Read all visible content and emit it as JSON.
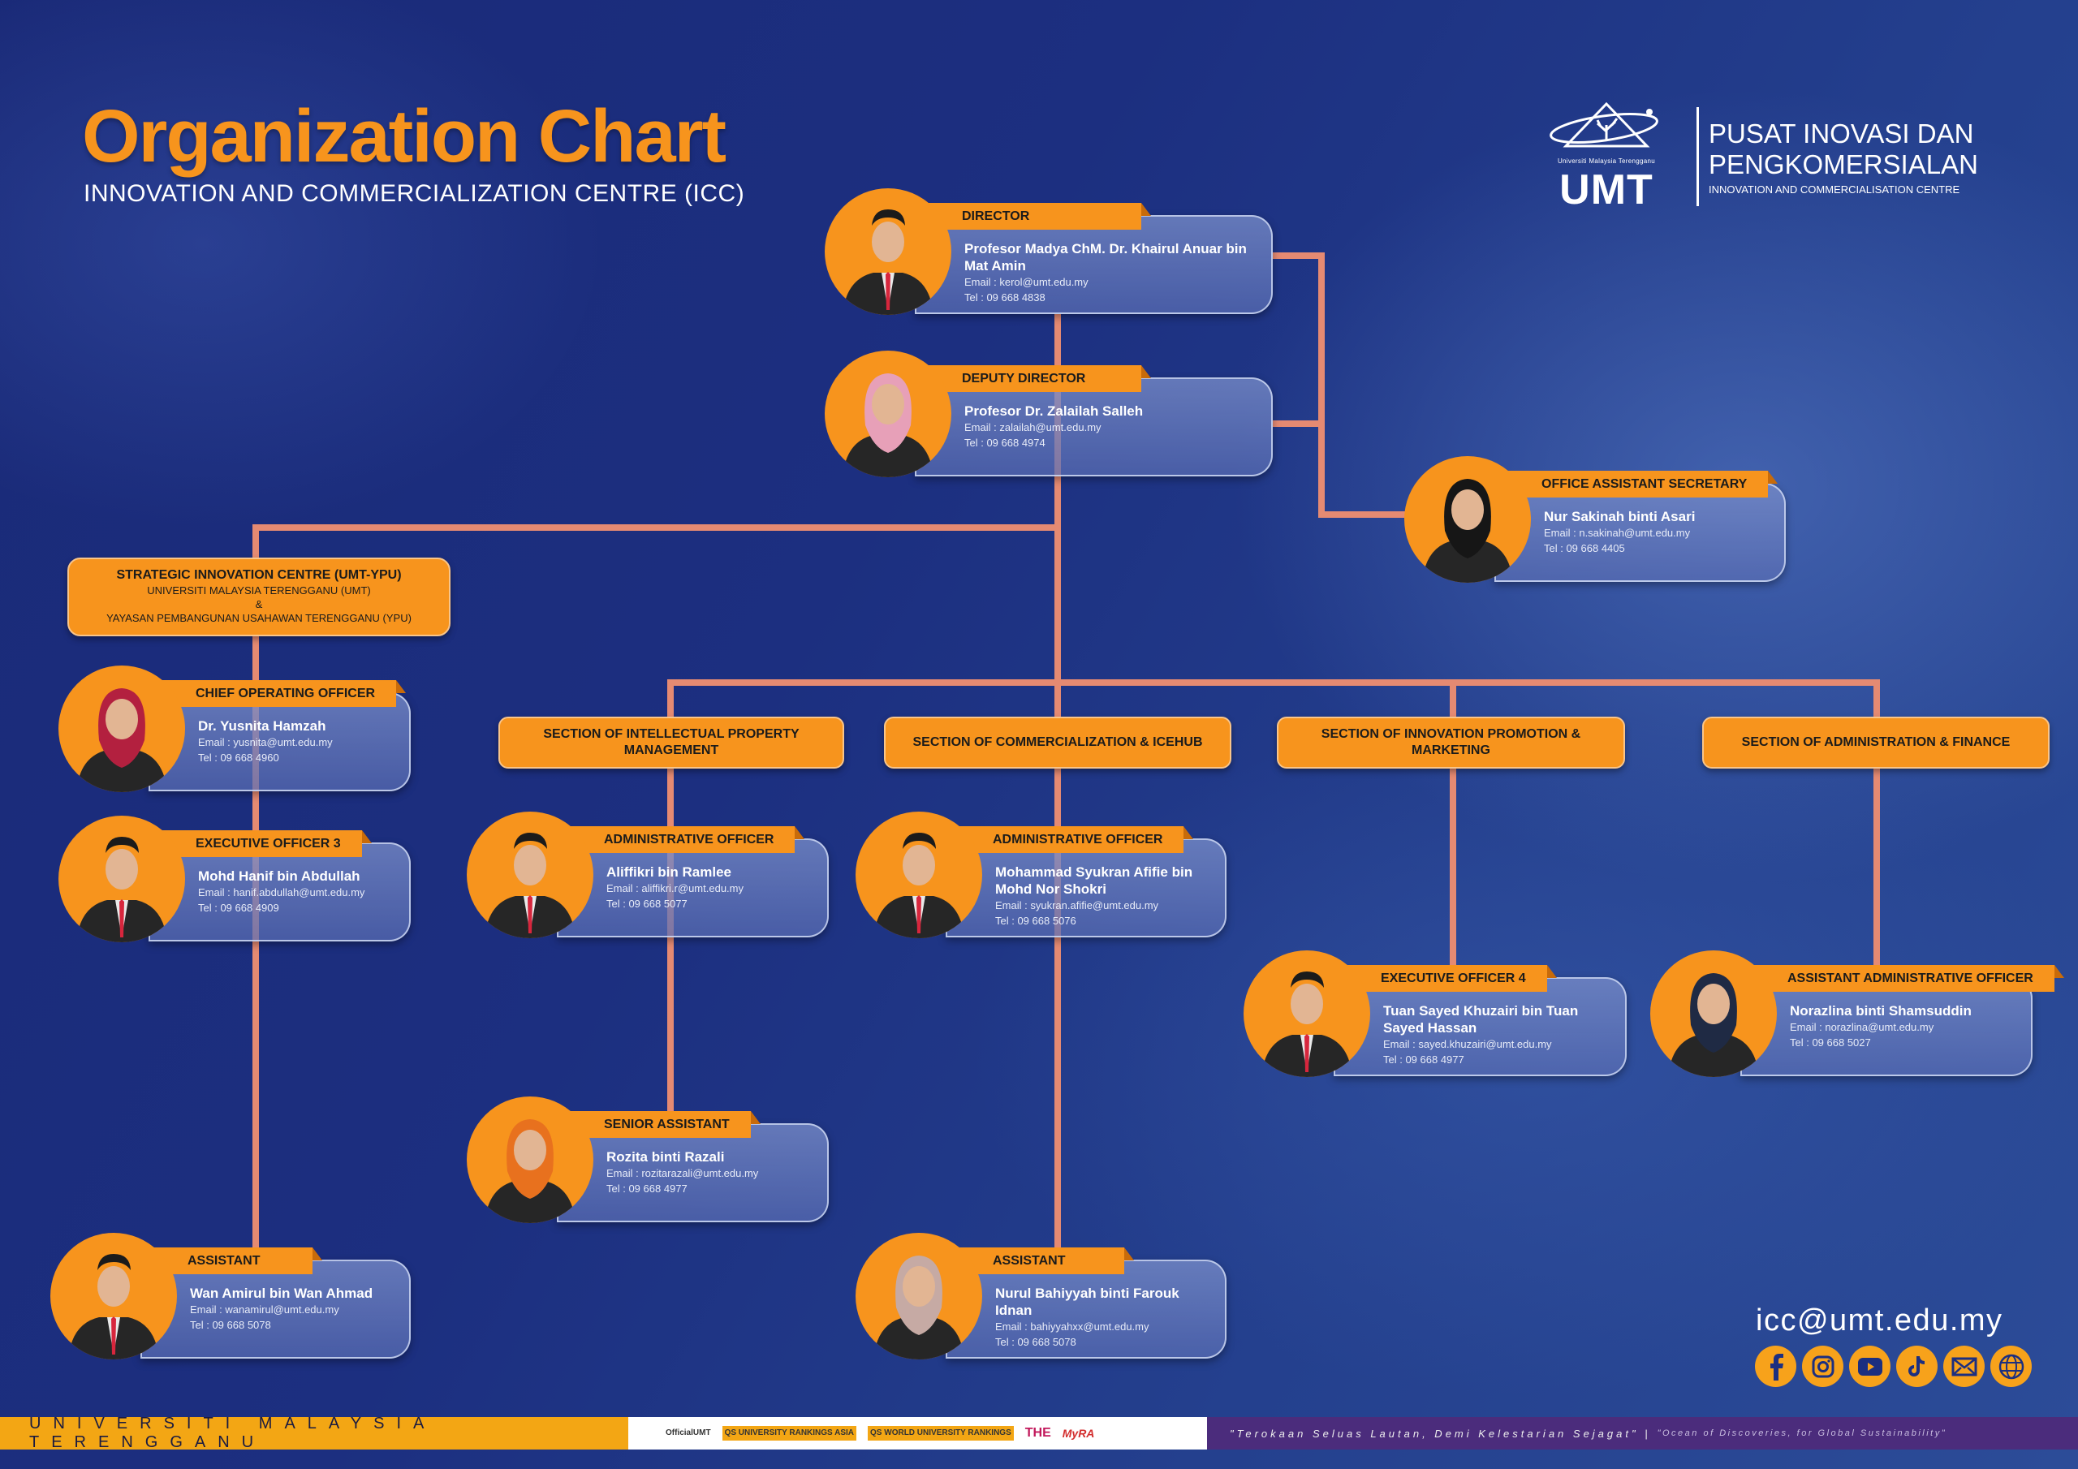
{
  "header": {
    "title": "Organization Chart",
    "subtitle": "INNOVATION AND COMMERCIALIZATION CENTRE (ICC)"
  },
  "logo": {
    "university_small": "Universiti Malaysia Terengganu",
    "umt": "UMT",
    "centre_line1": "PUSAT INOVASI DAN",
    "centre_line2": "PENGKOMERSIALAN",
    "centre_line3": "INNOVATION AND COMMERCIALISATION CENTRE"
  },
  "strategic_centre": {
    "line1": "STRATEGIC INNOVATION CENTRE (UMT-YPU)",
    "line2": "UNIVERSITI MALAYSIA TERENGGANU (UMT)",
    "line3": "&",
    "line4": "YAYASAN PEMBANGUNAN USAHAWAN TERENGGANU (YPU)"
  },
  "sections": [
    "SECTION OF INTELLECTUAL PROPERTY MANAGEMENT",
    "SECTION OF COMMERCIALIZATION & ICEHUB",
    "SECTION OF INNOVATION PROMOTION & MARKETING",
    "SECTION OF ADMINISTRATION & FINANCE"
  ],
  "people": [
    {
      "role": "DIRECTOR",
      "name": "Profesor Madya ChM. Dr. Khairul Anuar bin Mat Amin",
      "email": "Email : kerol@umt.edu.my",
      "tel": "Tel :  09 668 4838"
    },
    {
      "role": "DEPUTY DIRECTOR",
      "name": "Profesor Dr. Zalailah Salleh",
      "email": "Email :  zalailah@umt.edu.my",
      "tel": "Tel : 09 668 4974"
    },
    {
      "role": "OFFICE ASSISTANT SECRETARY",
      "name": "Nur Sakinah binti Asari",
      "email": "Email : n.sakinah@umt.edu.my",
      "tel": "Tel :  09 668 4405"
    },
    {
      "role": "CHIEF OPERATING OFFICER",
      "name": "Dr. Yusnita Hamzah",
      "email": "Email : yusnita@umt.edu.my",
      "tel": "Tel : 09 668 4960"
    },
    {
      "role": "EXECUTIVE OFFICER 3",
      "name": "Mohd Hanif bin Abdullah",
      "email": "Email : hanif.abdullah@umt.edu.my",
      "tel": "Tel : 09 668 4909"
    },
    {
      "role": "ASSISTANT",
      "name": "Wan Amirul bin Wan Ahmad",
      "email": "Email : wanamirul@umt.edu.my",
      "tel": "Tel : 09 668 5078"
    },
    {
      "role": "ADMINISTRATIVE OFFICER",
      "name": "Aliffikri bin Ramlee",
      "email": "Email : aliffikri.r@umt.edu.my",
      "tel": "Tel : 09 668 5077"
    },
    {
      "role": "ADMINISTRATIVE OFFICER",
      "name": "Mohammad Syukran Afifie bin Mohd Nor Shokri",
      "email": "Email : syukran.afifie@umt.edu.my",
      "tel": "Tel : 09 668 5076"
    },
    {
      "role": "SENIOR ASSISTANT",
      "name": "Rozita binti Razali",
      "email": "Email : rozitarazali@umt.edu.my",
      "tel": "Tel : 09 668 4977"
    },
    {
      "role": "ASSISTANT",
      "name": "Nurul Bahiyyah binti Farouk Idnan",
      "email": "Email : bahiyyahxx@umt.edu.my",
      "tel": "Tel : 09 668 5078"
    },
    {
      "role": "EXECUTIVE OFFICER 4",
      "name": "Tuan Sayed Khuzairi bin Tuan Sayed Hassan",
      "email": "Email : sayed.khuzairi@umt.edu.my",
      "tel": "Tel : 09 668 4977"
    },
    {
      "role": "ASSISTANT ADMINISTRATIVE OFFICER",
      "name": "Norazlina binti Shamsuddin",
      "email": "Email : norazlina@umt.edu.my",
      "tel": "Tel : 09 668 5027"
    }
  ],
  "contact": {
    "email": "icc@umt.edu.my",
    "social_icons": [
      "facebook-icon",
      "instagram-icon",
      "youtube-icon",
      "tiktok-icon",
      "mail-icon",
      "globe-icon"
    ]
  },
  "footer": {
    "university": "UNIVERSITI MALAYSIA TERENGGANU",
    "badges": [
      "OfficialUMT",
      "QS UNIVERSITY RANKINGS ASIA",
      "QS WORLD UNIVERSITY RANKINGS",
      "THE",
      "MyRA"
    ],
    "motto_ms": "\"Terokaan Seluas Lautan, Demi Kelestarian Sejagat\" |",
    "motto_en": "\"Ocean of Discoveries, for Global Sustainability\""
  },
  "colors": {
    "accent": "#f7941d",
    "connector": "#e58a72",
    "background": "#1c2f80",
    "footer_purple": "#4b2c7c",
    "footer_orange": "#f3a614"
  }
}
